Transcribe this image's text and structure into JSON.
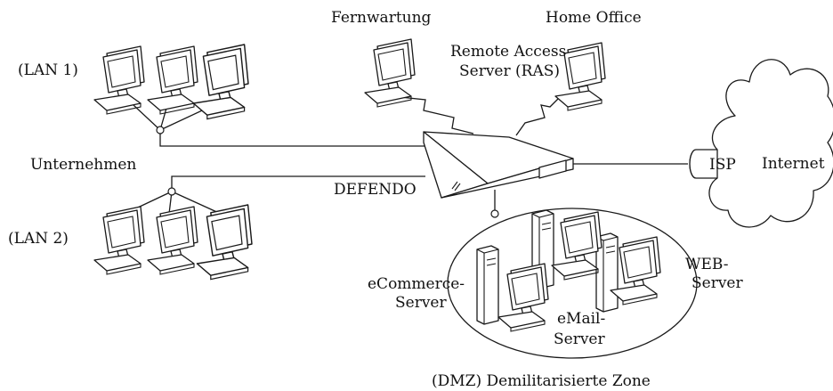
{
  "labels": {
    "fernwartung": "Fernwartung",
    "home_office": "Home Office",
    "ras_line1": "Remote Access",
    "ras_line2": "Server (RAS)",
    "lan1": "(LAN 1)",
    "lan2": "(LAN 2)",
    "unternehmen": "Unternehmen",
    "defendo": "DEFENDO",
    "isp": "ISP",
    "internet": "Internet",
    "web_line1": "WEB-",
    "web_line2": "Server",
    "ecommerce_line1": "eCommerce-",
    "ecommerce_line2": "Server",
    "email_line1": "eMail-",
    "email_line2": "Server",
    "dmz": "(DMZ) Demilitarisierte Zone"
  },
  "colors": {
    "stroke": "#1a1a1a",
    "background": "#ffffff"
  },
  "icons": [
    "workstation-icon",
    "server-tower-icon",
    "firewall-appliance-icon",
    "cloud-icon",
    "isp-connector-icon"
  ]
}
